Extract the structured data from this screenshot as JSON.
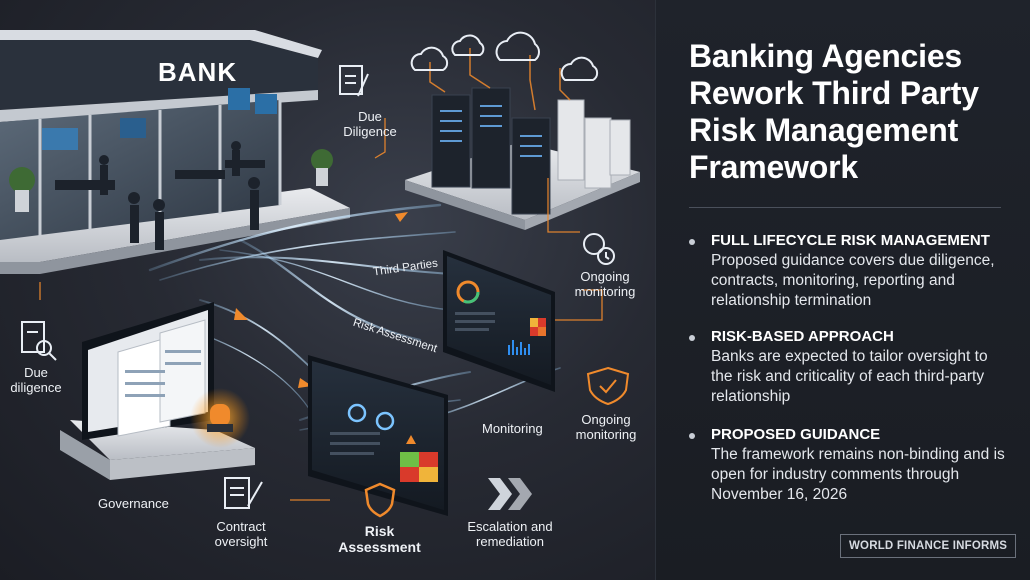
{
  "illustration": {
    "bank_sign": "BANK",
    "labels": {
      "due_diligence_top": "Due Diligence",
      "third_parties": "Third Parties",
      "ongoing_monitoring_top": "Ongoing monitoring",
      "risk_assessment_path": "Risk Assessment",
      "due_diligence_left": "Due diligence",
      "monitoring": "Monitoring",
      "ongoing_monitoring_bottom": "Ongoing monitoring",
      "governance": "Governance",
      "contract_oversight": "Contract oversight",
      "risk_assessment_bottom": "Risk Assessment",
      "escalation": "Escalation and remediation"
    },
    "icons": [
      "document-pen-icon",
      "cloud-icon",
      "server-rack-icon",
      "gear-clock-icon",
      "magnifier-document-icon",
      "shield-check-icon",
      "contract-pen-icon",
      "shield-warning-icon",
      "chevrons-right-icon",
      "alarm-beacon-icon"
    ]
  },
  "article": {
    "headline": "Banking Agencies Rework Third Party Risk Management Framework",
    "points": [
      {
        "title": "Full lifecycle risk management",
        "body": "Proposed guidance covers due diligence, contracts, monitoring, reporting and relationship termination"
      },
      {
        "title": "Risk-based approach",
        "body": "Banks are expected to tailor oversight to the risk and criticality of each third-party relationship"
      },
      {
        "title": "Proposed guidance",
        "body": "The framework remains non-binding and is open for industry comments through November 16, 2026"
      }
    ],
    "brand": "WORLD FINANCE INFORMS"
  },
  "colors": {
    "accent_orange": "#f08a2c",
    "data_blue": "#7cc4ff",
    "panel_bg": "#1d2027"
  }
}
